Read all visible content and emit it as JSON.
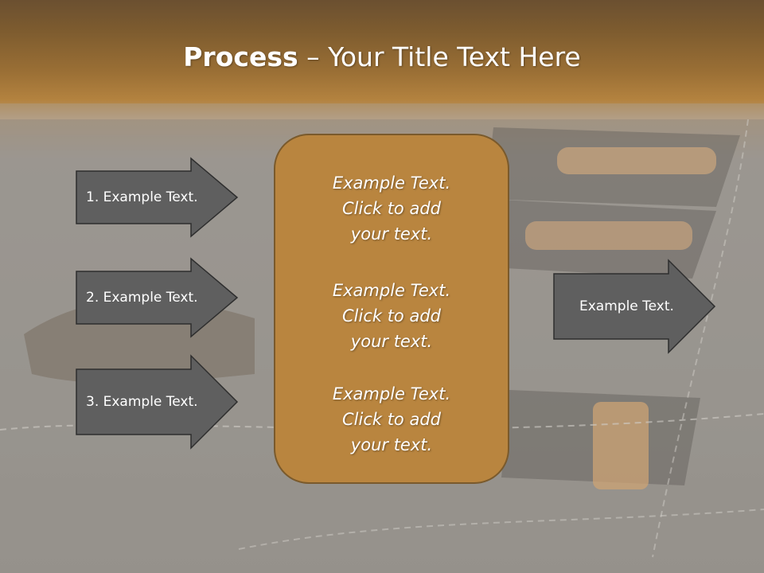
{
  "slide": {
    "title_bold": "Process",
    "title_rest": " – Your Title Text Here"
  },
  "left_arrows": [
    {
      "label": "1. Example Text."
    },
    {
      "label": "2. Example Text."
    },
    {
      "label": "3. Example Text."
    }
  ],
  "center_box": {
    "paragraphs": [
      {
        "line1": "Example Text.",
        "line2": "Click  to add",
        "line3": "your text."
      },
      {
        "line1": "Example Text.",
        "line2": "Click  to add",
        "line3": "your text."
      },
      {
        "line1": "Example Text.",
        "line2": "Click  to add",
        "line3": "your text."
      }
    ]
  },
  "right_arrow": {
    "label": "Example Text."
  },
  "colors": {
    "arrow_fill": "#5f5f5f",
    "center_box_fill": "#b9853f",
    "title_band": "#8a6433"
  }
}
